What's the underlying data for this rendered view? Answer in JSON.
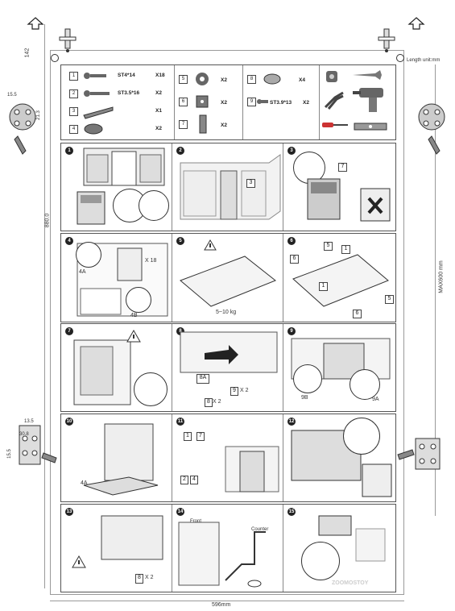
{
  "dimensions": {
    "top_offset": "142",
    "total_height": "880.0",
    "max_height": "MAX600 mm",
    "width": "596mm",
    "length_unit": "Length unit:mm",
    "side_a": "15.5",
    "side_b": "21.3",
    "side_c": "30.8",
    "side_d": "13.5",
    "side_e": "15.5"
  },
  "parts": [
    {
      "num": "1",
      "name": "ST4*14",
      "qty": "X18"
    },
    {
      "num": "2",
      "name": "ST3.5*16",
      "qty": "X2"
    },
    {
      "num": "3",
      "name": "",
      "qty": "X1"
    },
    {
      "num": "4",
      "name": "",
      "qty": "X2"
    },
    {
      "num": "5",
      "name": "",
      "qty": "X2"
    },
    {
      "num": "6",
      "name": "",
      "qty": "X2"
    },
    {
      "num": "7",
      "name": "",
      "qty": "X2"
    },
    {
      "num": "8",
      "name": "",
      "qty": "X4"
    },
    {
      "num": "9",
      "name": "ST3.9*13",
      "qty": "X2"
    }
  ],
  "steps": [
    {
      "n": "1"
    },
    {
      "n": "2",
      "tag": "3"
    },
    {
      "n": "3",
      "tag": "7"
    },
    {
      "n": "4",
      "a": "4A",
      "b": "4B",
      "c": "X 18"
    },
    {
      "n": "5",
      "weight": "5~10 kg"
    },
    {
      "n": "6",
      "t1": "5",
      "t2": "1",
      "t3": "6"
    },
    {
      "n": "7"
    },
    {
      "n": "8",
      "t1": "8A",
      "t2": "9",
      "x2": "X 2",
      "t3": "8",
      "x3": "X 2"
    },
    {
      "n": "9",
      "a": "9B",
      "b": "9A"
    },
    {
      "n": "10",
      "a": "4A"
    },
    {
      "n": "11",
      "t1": "1",
      "t2": "7",
      "t3": "2",
      "t4": "4"
    },
    {
      "n": "12"
    },
    {
      "n": "13",
      "t1": "8",
      "x": "X 2"
    },
    {
      "n": "14",
      "l1": "Front",
      "l2": "Counter"
    },
    {
      "n": "15"
    }
  ],
  "watermark": "ZOOMOSTOY"
}
